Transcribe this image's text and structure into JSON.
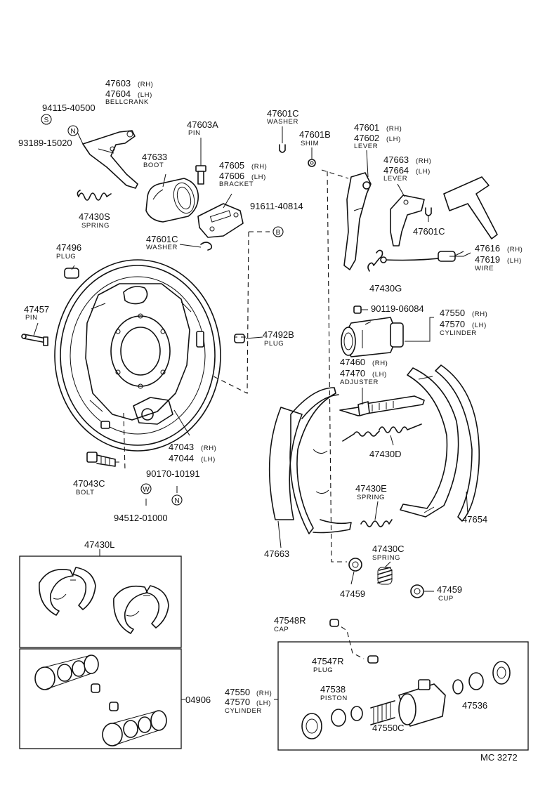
{
  "labels": {
    "p47603": "47603",
    "p47603_side": "(RH)",
    "p47604": "47604",
    "p47604_side": "(LH)",
    "p47604_name": "BELLCRANK",
    "p94115": "94115-40500",
    "p93189": "93189-15020",
    "p47603A": "47603A",
    "p47603A_name": "PIN",
    "p47633": "47633",
    "p47633_name": "BOOT",
    "p47601C_top": "47601C",
    "p47601C_top_name": "WASHER",
    "p47601B": "47601B",
    "p47601B_name": "SHIM",
    "p47601": "47601",
    "p47601_side": "(RH)",
    "p47602": "47602",
    "p47602_side": "(LH)",
    "p47602_name": "LEVER",
    "p47663": "47663",
    "p47663_side": "(RH)",
    "p47664": "47664",
    "p47664_side": "(LH)",
    "p47664_name": "LEVER",
    "p47605": "47605",
    "p47605_side": "(RH)",
    "p47606": "47606",
    "p47606_side": "(LH)",
    "p47606_name": "BRACKET",
    "p91611": "91611-40814",
    "p47430S": "47430S",
    "p47430S_name": "SPRING",
    "p47601C_mid": "47601C",
    "p47601C_mid_name": "WASHER",
    "p47601C_right": "47601C",
    "p47616": "47616",
    "p47616_side": "(RH)",
    "p47619": "47619",
    "p47619_side": "(LH)",
    "p47619_name": "WIRE",
    "p47496": "47496",
    "p47496_name": "PLUG",
    "p47430G": "47430G",
    "p47457": "47457",
    "p47457_name": "PIN",
    "p90119": "90119-06084",
    "p47550_top": "47550",
    "p47550_top_side": "(RH)",
    "p47570_top": "47570",
    "p47570_top_side": "(LH)",
    "p47570_top_name": "CYLINDER",
    "p47492B": "47492B",
    "p47492B_name": "PLUG",
    "p47460": "47460",
    "p47460_side": "(RH)",
    "p47470": "47470",
    "p47470_side": "(LH)",
    "p47470_name": "ADJUSTER",
    "p47043": "47043",
    "p47043_side": "(RH)",
    "p47044": "47044",
    "p47044_side": "(LH)",
    "p47430D": "47430D",
    "p90170": "90170-10191",
    "p47043C": "47043C",
    "p47043C_name": "BOLT",
    "p94512": "94512-01000",
    "p47430E": "47430E",
    "p47430E_name": "SPRING",
    "p47654": "47654",
    "p47663_shoe": "47663",
    "p47430L": "47430L",
    "p47430C": "47430C",
    "p47430C_name": "SPRING",
    "p47459_a": "47459",
    "p47459_b": "47459",
    "p47459_b_name": "CUP",
    "p47548R": "47548R",
    "p47548R_name": "CAP",
    "p47547R": "47547R",
    "p47547R_name": "PLUG",
    "p47538": "47538",
    "p47538_name": "PISTON",
    "p47550_bot": "47550",
    "p47550_bot_side": "(RH)",
    "p47570_bot": "47570",
    "p47570_bot_side": "(LH)",
    "p47570_bot_name": "CYLINDER",
    "p04906": "04906",
    "p47536": "47536",
    "p47550C": "47550C",
    "footer": "MC  3272"
  },
  "symbols": {
    "S": "S",
    "N1": "N",
    "B": "B",
    "W": "W",
    "N2": "N"
  }
}
